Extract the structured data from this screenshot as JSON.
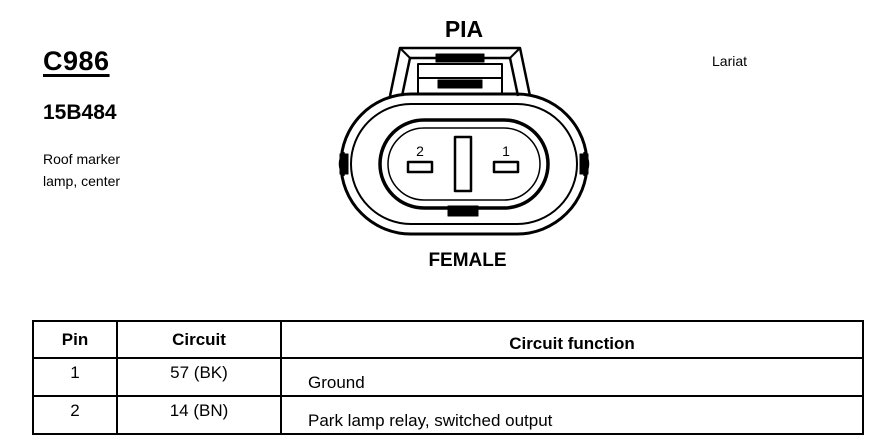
{
  "connector": {
    "id": "C986",
    "part_number": "15B484",
    "location_line1": "Roof marker",
    "location_line2": "lamp, center",
    "trim": "Lariat",
    "view_label": "PIA",
    "gender_label": "FEMALE",
    "pin_labels": [
      "2",
      "1"
    ]
  },
  "pin_table": {
    "headers": {
      "pin": "Pin",
      "circuit": "Circuit",
      "function": "Circuit function"
    },
    "rows": [
      {
        "pin": "1",
        "circuit": "57 (BK)",
        "function": "Ground"
      },
      {
        "pin": "2",
        "circuit": "14 (BN)",
        "function": "Park lamp relay, switched output"
      }
    ]
  }
}
